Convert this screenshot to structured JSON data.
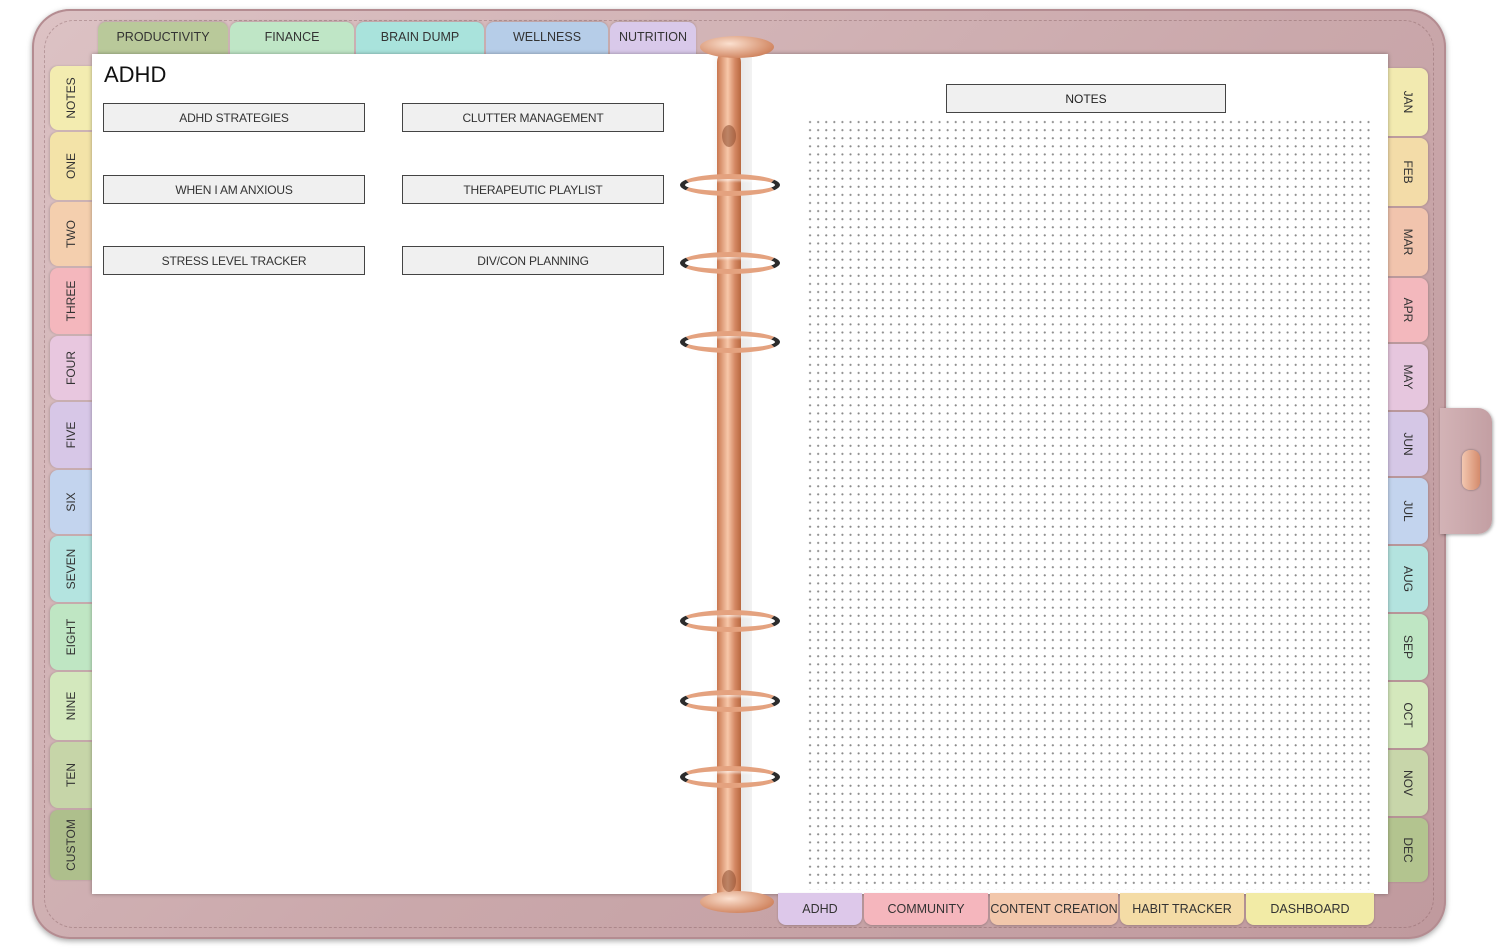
{
  "page_title": "ADHD",
  "top_tabs": [
    {
      "label": "PRODUCTIVITY",
      "color": "#b9c99a"
    },
    {
      "label": "FINANCE",
      "color": "#bfe6c6"
    },
    {
      "label": "BRAIN DUMP",
      "color": "#a9e3dc"
    },
    {
      "label": "WELLNESS",
      "color": "#b6cde8"
    },
    {
      "label": "NUTRITION",
      "color": "#d9c9ea"
    }
  ],
  "left_tabs": [
    {
      "label": "NOTES",
      "color": "#f3ecb0"
    },
    {
      "label": "ONE",
      "color": "#f3e3a8"
    },
    {
      "label": "TWO",
      "color": "#f4cfae"
    },
    {
      "label": "THREE",
      "color": "#f4b7bd"
    },
    {
      "label": "FOUR",
      "color": "#e8c7df"
    },
    {
      "label": "FIVE",
      "color": "#d7c7e7"
    },
    {
      "label": "SIX",
      "color": "#c3d4ee"
    },
    {
      "label": "SEVEN",
      "color": "#b4e4e0"
    },
    {
      "label": "EIGHT",
      "color": "#bfe6c3"
    },
    {
      "label": "NINE",
      "color": "#d3e8bd"
    },
    {
      "label": "TEN",
      "color": "#c6d5a8"
    },
    {
      "label": "CUSTOM",
      "color": "#aebf8c"
    }
  ],
  "right_tabs": [
    {
      "label": "JAN",
      "color": "#f2eab0"
    },
    {
      "label": "FEB",
      "color": "#f3dca8"
    },
    {
      "label": "MAR",
      "color": "#f1c4ad"
    },
    {
      "label": "APR",
      "color": "#f3b8bd"
    },
    {
      "label": "MAY",
      "color": "#e6c6de"
    },
    {
      "label": "JUN",
      "color": "#d5c7e6"
    },
    {
      "label": "JUL",
      "color": "#c3d4ee"
    },
    {
      "label": "AUG",
      "color": "#b3e3df"
    },
    {
      "label": "SEP",
      "color": "#bfe6c4"
    },
    {
      "label": "OCT",
      "color": "#d4e8bc"
    },
    {
      "label": "NOV",
      "color": "#c8d6aa"
    },
    {
      "label": "DEC",
      "color": "#b3c48f"
    }
  ],
  "bottom_tabs": [
    {
      "label": "ADHD",
      "color": "#ddc8ea"
    },
    {
      "label": "COMMUNITY",
      "color": "#f5b6bd"
    },
    {
      "label": "CONTENT CREATION",
      "color": "#f2c7ab"
    },
    {
      "label": "HABIT TRACKER",
      "color": "#f4dca6"
    },
    {
      "label": "DASHBOARD",
      "color": "#f2eba6"
    }
  ],
  "sections": [
    "ADHD STRATEGIES",
    "CLUTTER MANAGEMENT",
    "WHEN  I AM ANXIOUS",
    "THERAPEUTIC PLAYLIST",
    "STRESS LEVEL TRACKER",
    "DIV/CON PLANNING"
  ],
  "notes_label": "NOTES"
}
